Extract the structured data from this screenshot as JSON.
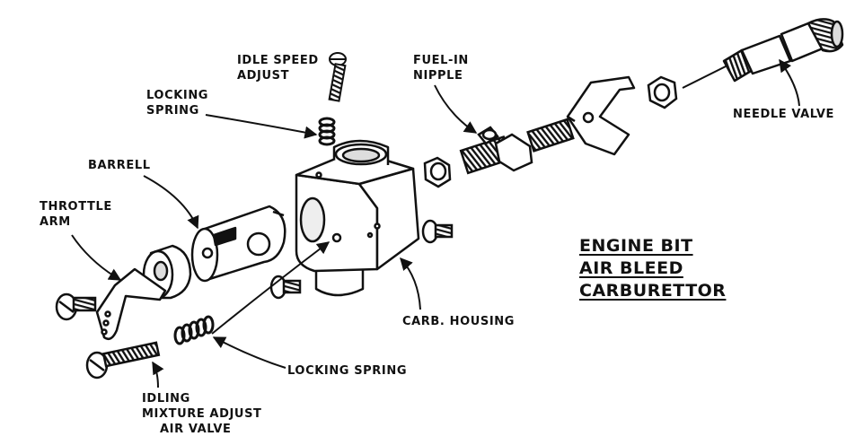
{
  "labels": {
    "idle_speed_adjust": [
      "IDLE SPEED",
      "ADJUST"
    ],
    "locking_spring_top": [
      "LOCKING",
      "SPRING"
    ],
    "fuel_in_nipple": [
      "FUEL-IN",
      "NIPPLE"
    ],
    "needle_valve": "NEEDLE VALVE",
    "barrell": "BARRELL",
    "throttle_arm": [
      "THROTTLE",
      "ARM"
    ],
    "carb_housing": "CARB. HOUSING",
    "locking_spring_bottom": "LOCKING SPRING",
    "idling_mixture": [
      "IDLING",
      "MIXTURE ADJUST",
      "AIR VALVE"
    ]
  },
  "title": [
    "ENGINE BIT",
    "AIR BLEED",
    "CARBURETTOR"
  ]
}
